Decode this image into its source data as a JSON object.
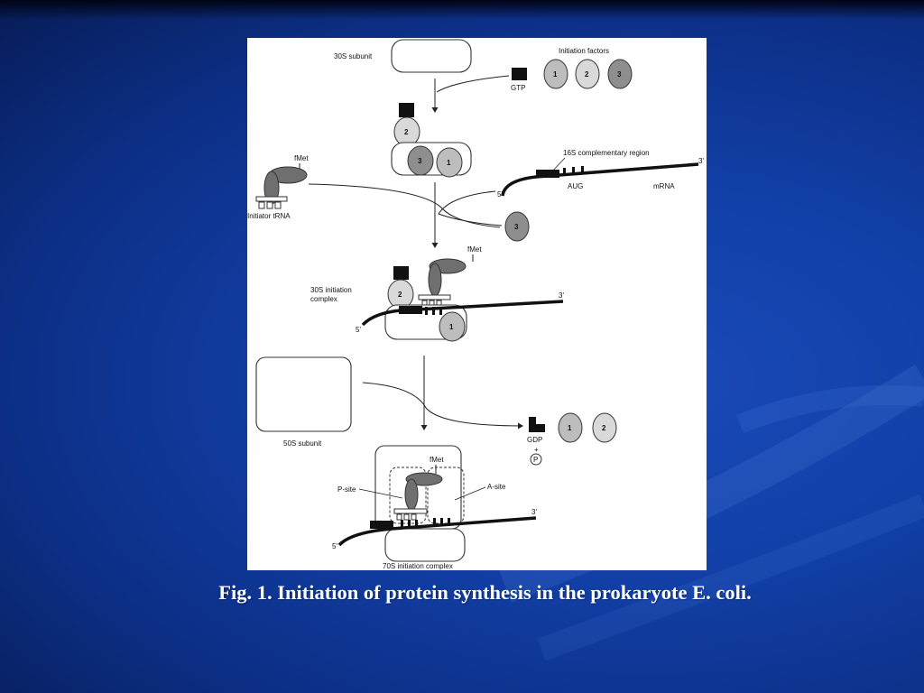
{
  "slide": {
    "caption": "Fig. 1. Initiation of protein synthesis in the prokaryote E. coli."
  },
  "diagram": {
    "subunit_30s": "30S subunit",
    "initiation_factors": "Initiation factors",
    "gtp": "GTP",
    "factor_1": "1",
    "factor_2": "2",
    "factor_3": "3",
    "fmet": "fMet",
    "initiator_trna": "Initiator tRNA",
    "region_16s": "16S complementary region",
    "aug": "AUG",
    "mrna": "mRNA",
    "prime5": "5'",
    "prime3": "3'",
    "complex_30s_line1": "30S initiation",
    "complex_30s_line2": "complex",
    "subunit_50s": "50S subunit",
    "gdp": "GDP",
    "plus": "+",
    "phosphate": "P",
    "p_site": "P-site",
    "a_site": "A-site",
    "complex_70s": "70S initiation complex"
  },
  "colors": {
    "factor_1": "#bdbdbd",
    "factor_2": "#d9d9d9",
    "factor_3": "#8e8e8e",
    "trna_body": "#6f6f6f"
  }
}
